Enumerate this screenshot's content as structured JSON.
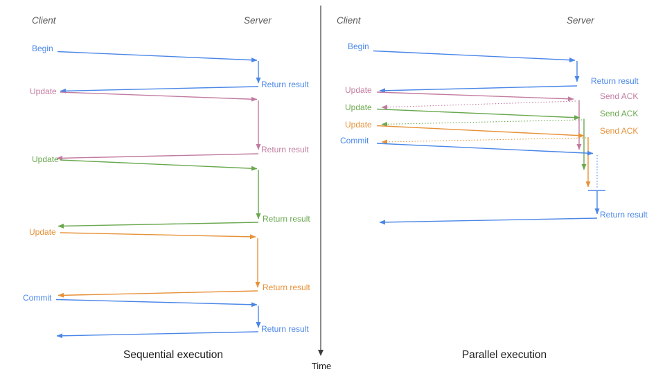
{
  "colors": {
    "blue": "#4a86e8",
    "pink": "#c27ba0",
    "green": "#6aa84f",
    "orange": "#e69138",
    "header_gray": "#595959",
    "text_black": "#1c1c1c",
    "axis_gray": "#3c3c3c"
  },
  "time_axis": {
    "label": "Time"
  },
  "sequential": {
    "caption": "Sequential execution",
    "client": "Client",
    "server": "Server",
    "steps": [
      {
        "request": "Begin",
        "response": "Return result",
        "color": "blue"
      },
      {
        "request": "Update",
        "response": "Return result",
        "color": "pink"
      },
      {
        "request": "Update",
        "response": "Return result",
        "color": "green"
      },
      {
        "request": "Update",
        "response": "Return result",
        "color": "orange"
      },
      {
        "request": "Commit",
        "response": "Return result",
        "color": "blue"
      }
    ]
  },
  "parallel": {
    "caption": "Parallel execution",
    "client": "Client",
    "server": "Server",
    "steps": [
      {
        "request": "Begin",
        "response": "Return result",
        "color": "blue"
      },
      {
        "request": "Update",
        "response": "Send ACK",
        "color": "pink"
      },
      {
        "request": "Update",
        "response": "Send ACK",
        "color": "green"
      },
      {
        "request": "Update",
        "response": "Send ACK",
        "color": "orange"
      },
      {
        "request": "Commit",
        "response": "Return result",
        "color": "blue"
      }
    ]
  }
}
